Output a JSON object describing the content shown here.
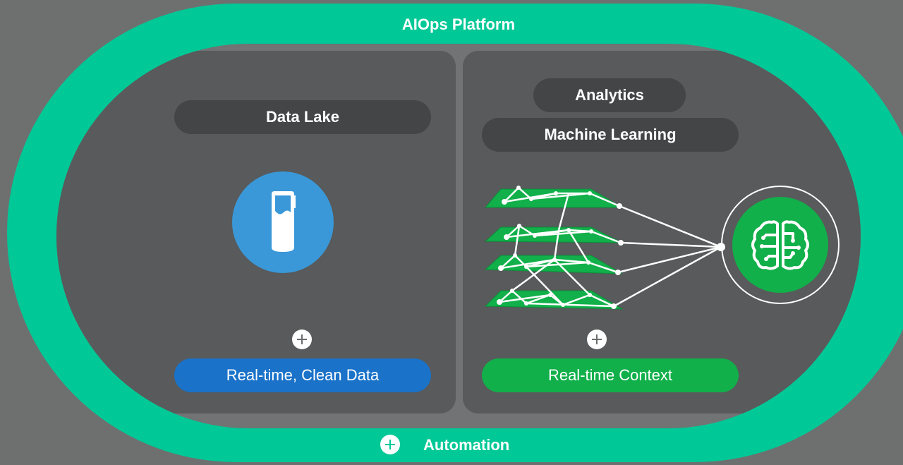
{
  "platform": {
    "title": "AIOps Platform"
  },
  "left_panel": {
    "header": "Data Lake",
    "result": "Real-time, Clean Data",
    "icon": "database-icon"
  },
  "right_panel": {
    "header_top": "Analytics",
    "header_bottom": "Machine Learning",
    "result": "Real-time Context",
    "icon": "brain-icon"
  },
  "footer": {
    "label": "Automation"
  },
  "colors": {
    "ring": "#00c896",
    "background": "#6e7070",
    "panel": "#585a5b",
    "pill_dark": "#434546",
    "blue": "#1a72c9",
    "green": "#11b04a",
    "database_circle": "#3a98d8"
  }
}
